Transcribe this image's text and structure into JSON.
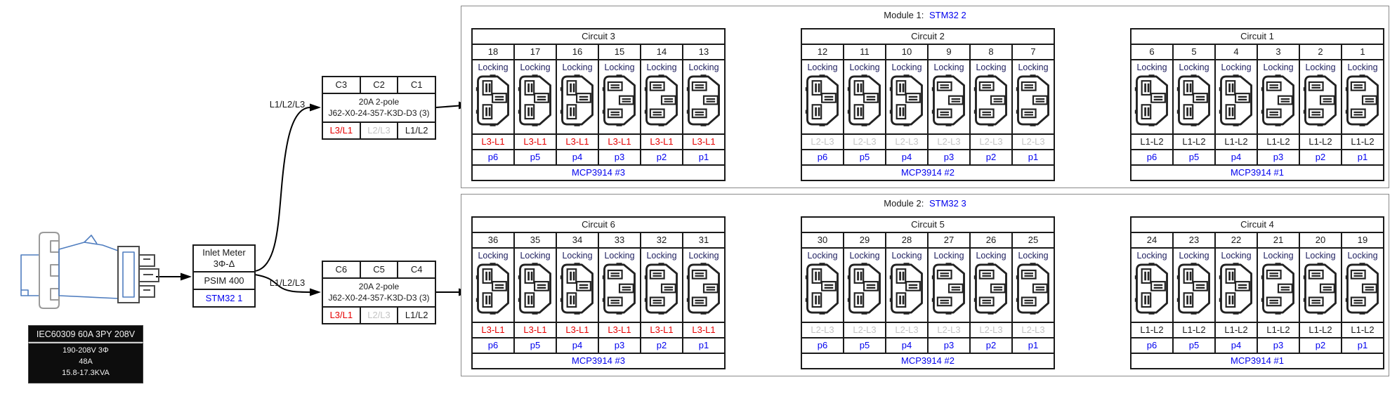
{
  "colors": {
    "accent_blue": "#0000ee",
    "phase_red": "#e60000",
    "phase_gray": "#c4c4c4",
    "phase_black": "#1a1a1a",
    "label_bg": "#0d0d0d"
  },
  "plug": {
    "icon": "iec60309-plug-illustration",
    "label_title": "IEC60309 60A 3PY 208V",
    "label_lines": [
      "190-208V 3Φ",
      "48A",
      "15.8-17.3KVA"
    ]
  },
  "inlet_meter": {
    "line1": "Inlet Meter",
    "line2": "3Φ-Δ",
    "model": "PSIM 400",
    "controller": "STM32 1"
  },
  "feeds": [
    {
      "label": "L1/L2/L3"
    },
    {
      "label": "L1/L2/L3"
    }
  ],
  "breakers": [
    {
      "channels": [
        "C3",
        "C2",
        "C1"
      ],
      "rating_line1": "20A 2-pole",
      "rating_line2": "J62-X0-24-357-K3D-D3 (3)",
      "phases": [
        {
          "text": "L3/L1",
          "color": "red"
        },
        {
          "text": "L2/L3",
          "color": "gray"
        },
        {
          "text": "L1/L2",
          "color": "black"
        }
      ]
    },
    {
      "channels": [
        "C6",
        "C5",
        "C4"
      ],
      "rating_line1": "20A 2-pole",
      "rating_line2": "J62-X0-24-357-K3D-D3 (3)",
      "phases": [
        {
          "text": "L3/L1",
          "color": "red"
        },
        {
          "text": "L2/L3",
          "color": "gray"
        },
        {
          "text": "L1/L2",
          "color": "black"
        }
      ]
    }
  ],
  "modules": [
    {
      "label_prefix": "Module 1:",
      "label_controller": "STM32 2",
      "circuits": [
        {
          "title": "Circuit 3",
          "adc": "MCP3914 #3",
          "phase": {
            "text": "L3-L1",
            "color": "red"
          },
          "outlets": [
            {
              "number": "18",
              "type": "Locking",
              "port": "p6",
              "icon_variant": "A"
            },
            {
              "number": "17",
              "type": "Locking",
              "port": "p5",
              "icon_variant": "A"
            },
            {
              "number": "16",
              "type": "Locking",
              "port": "p4",
              "icon_variant": "A"
            },
            {
              "number": "15",
              "type": "Locking",
              "port": "p3",
              "icon_variant": "B"
            },
            {
              "number": "14",
              "type": "Locking",
              "port": "p2",
              "icon_variant": "B"
            },
            {
              "number": "13",
              "type": "Locking",
              "port": "p1",
              "icon_variant": "B"
            }
          ]
        },
        {
          "title": "Circuit 2",
          "adc": "MCP3914 #2",
          "phase": {
            "text": "L2-L3",
            "color": "gray"
          },
          "outlets": [
            {
              "number": "12",
              "type": "Locking",
              "port": "p6",
              "icon_variant": "A"
            },
            {
              "number": "11",
              "type": "Locking",
              "port": "p5",
              "icon_variant": "A"
            },
            {
              "number": "10",
              "type": "Locking",
              "port": "p4",
              "icon_variant": "A"
            },
            {
              "number": "9",
              "type": "Locking",
              "port": "p3",
              "icon_variant": "B"
            },
            {
              "number": "8",
              "type": "Locking",
              "port": "p2",
              "icon_variant": "B"
            },
            {
              "number": "7",
              "type": "Locking",
              "port": "p1",
              "icon_variant": "B"
            }
          ]
        },
        {
          "title": "Circuit 1",
          "adc": "MCP3914 #1",
          "phase": {
            "text": "L1-L2",
            "color": "black"
          },
          "outlets": [
            {
              "number": "6",
              "type": "Locking",
              "port": "p6",
              "icon_variant": "A"
            },
            {
              "number": "5",
              "type": "Locking",
              "port": "p5",
              "icon_variant": "A"
            },
            {
              "number": "4",
              "type": "Locking",
              "port": "p4",
              "icon_variant": "A"
            },
            {
              "number": "3",
              "type": "Locking",
              "port": "p3",
              "icon_variant": "B"
            },
            {
              "number": "2",
              "type": "Locking",
              "port": "p2",
              "icon_variant": "B"
            },
            {
              "number": "1",
              "type": "Locking",
              "port": "p1",
              "icon_variant": "B"
            }
          ]
        }
      ]
    },
    {
      "label_prefix": "Module 2:",
      "label_controller": "STM32 3",
      "circuits": [
        {
          "title": "Circuit 6",
          "adc": "MCP3914 #3",
          "phase": {
            "text": "L3-L1",
            "color": "red"
          },
          "outlets": [
            {
              "number": "36",
              "type": "Locking",
              "port": "p6",
              "icon_variant": "A"
            },
            {
              "number": "35",
              "type": "Locking",
              "port": "p5",
              "icon_variant": "A"
            },
            {
              "number": "34",
              "type": "Locking",
              "port": "p4",
              "icon_variant": "A"
            },
            {
              "number": "33",
              "type": "Locking",
              "port": "p3",
              "icon_variant": "B"
            },
            {
              "number": "32",
              "type": "Locking",
              "port": "p2",
              "icon_variant": "B"
            },
            {
              "number": "31",
              "type": "Locking",
              "port": "p1",
              "icon_variant": "B"
            }
          ]
        },
        {
          "title": "Circuit 5",
          "adc": "MCP3914 #2",
          "phase": {
            "text": "L2-L3",
            "color": "gray"
          },
          "outlets": [
            {
              "number": "30",
              "type": "Locking",
              "port": "p6",
              "icon_variant": "A"
            },
            {
              "number": "29",
              "type": "Locking",
              "port": "p5",
              "icon_variant": "A"
            },
            {
              "number": "28",
              "type": "Locking",
              "port": "p4",
              "icon_variant": "A"
            },
            {
              "number": "27",
              "type": "Locking",
              "port": "p3",
              "icon_variant": "B"
            },
            {
              "number": "26",
              "type": "Locking",
              "port": "p2",
              "icon_variant": "B"
            },
            {
              "number": "25",
              "type": "Locking",
              "port": "p1",
              "icon_variant": "B"
            }
          ]
        },
        {
          "title": "Circuit 4",
          "adc": "MCP3914 #1",
          "phase": {
            "text": "L1-L2",
            "color": "black"
          },
          "outlets": [
            {
              "number": "24",
              "type": "Locking",
              "port": "p6",
              "icon_variant": "A"
            },
            {
              "number": "23",
              "type": "Locking",
              "port": "p5",
              "icon_variant": "A"
            },
            {
              "number": "22",
              "type": "Locking",
              "port": "p4",
              "icon_variant": "A"
            },
            {
              "number": "21",
              "type": "Locking",
              "port": "p3",
              "icon_variant": "B"
            },
            {
              "number": "20",
              "type": "Locking",
              "port": "p2",
              "icon_variant": "B"
            },
            {
              "number": "19",
              "type": "Locking",
              "port": "p1",
              "icon_variant": "B"
            }
          ]
        }
      ]
    }
  ]
}
